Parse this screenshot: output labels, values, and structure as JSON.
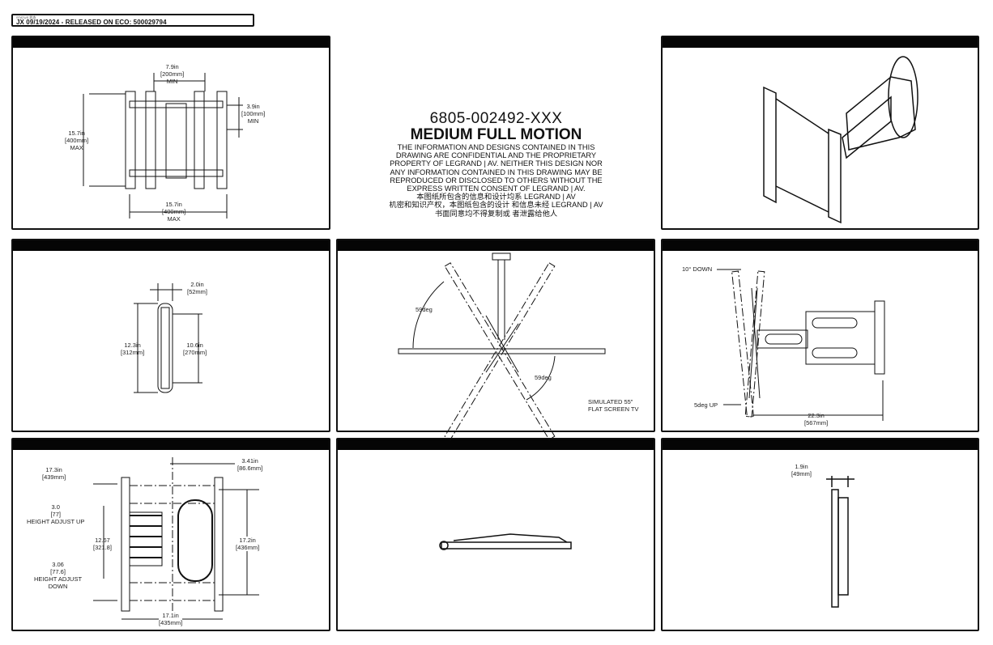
{
  "status": {
    "label": "STATUS 状态",
    "text": "JX 09/19/2024 - RELEASED ON ECO: 500029794"
  },
  "title": {
    "part_number": "6805-002492-XXX",
    "name": "MEDIUM FULL MOTION",
    "notice": [
      "THE INFORMATION AND DESIGNS CONTAINED IN THIS",
      "DRAWING ARE CONFIDENTIAL AND THE PROPRIETARY",
      "PROPERTY OF LEGRAND | AV. NEITHER THIS DESIGN NOR",
      "ANY INFORMATION CONTAINED IN THIS DRAWING MAY BE",
      "REPRODUCED OR DISCLOSED TO OTHERS WITHOUT THE",
      "EXPRESS WRITTEN  CONSENT OF LEGRAND | AV.",
      "本图纸所包含的信息和设计均系 LEGRAND | AV",
      "机密和知识产权，本图纸包含的设计 和信息未经 LEGRAND | AV",
      "书面同意均不得复制或 者泄露给他人"
    ]
  },
  "front_view": {
    "top": [
      "7.9in",
      "[200mm]",
      "MIN"
    ],
    "right": [
      "3.9in",
      "[100mm]",
      "MIN"
    ],
    "left": [
      "15.7in",
      "[400mm]",
      "MAX"
    ],
    "bottom": [
      "15.7in",
      "[400mm]",
      "MAX"
    ]
  },
  "side_view": {
    "depth": [
      "2.0in",
      "[52mm]"
    ],
    "left_height": [
      "12.3in",
      "[312mm]"
    ],
    "right_height": [
      "10.6in",
      "[270mm]"
    ]
  },
  "top_view": {
    "swivel_left": "59deg",
    "swivel_right": "59deg",
    "note": [
      "SIMULATED 55\"",
      "FLAT SCREEN TV"
    ]
  },
  "tilt_view": {
    "tilt_down": "10° DOWN",
    "tilt_up": "5deg UP",
    "extension": [
      "22.3in",
      "[567mm]"
    ]
  },
  "rear_view": {
    "width_top": [
      "17.3in",
      "[439mm]"
    ],
    "adjust_up": [
      "3.0",
      "[77]",
      "HEIGHT ADJUST UP"
    ],
    "center": [
      "12.67",
      "[321.8]"
    ],
    "adjust_down": [
      "3.06",
      "[77.6]",
      "HEIGHT ADJUST",
      "DOWN"
    ],
    "offset": [
      "3.41in",
      "[86.6mm]"
    ],
    "height": [
      "17.2in",
      "[436mm]"
    ],
    "width_bottom": [
      "17.1in",
      "[435mm]"
    ]
  },
  "profile_view": {
    "depth": [
      "1.9in",
      "[49mm]"
    ]
  }
}
